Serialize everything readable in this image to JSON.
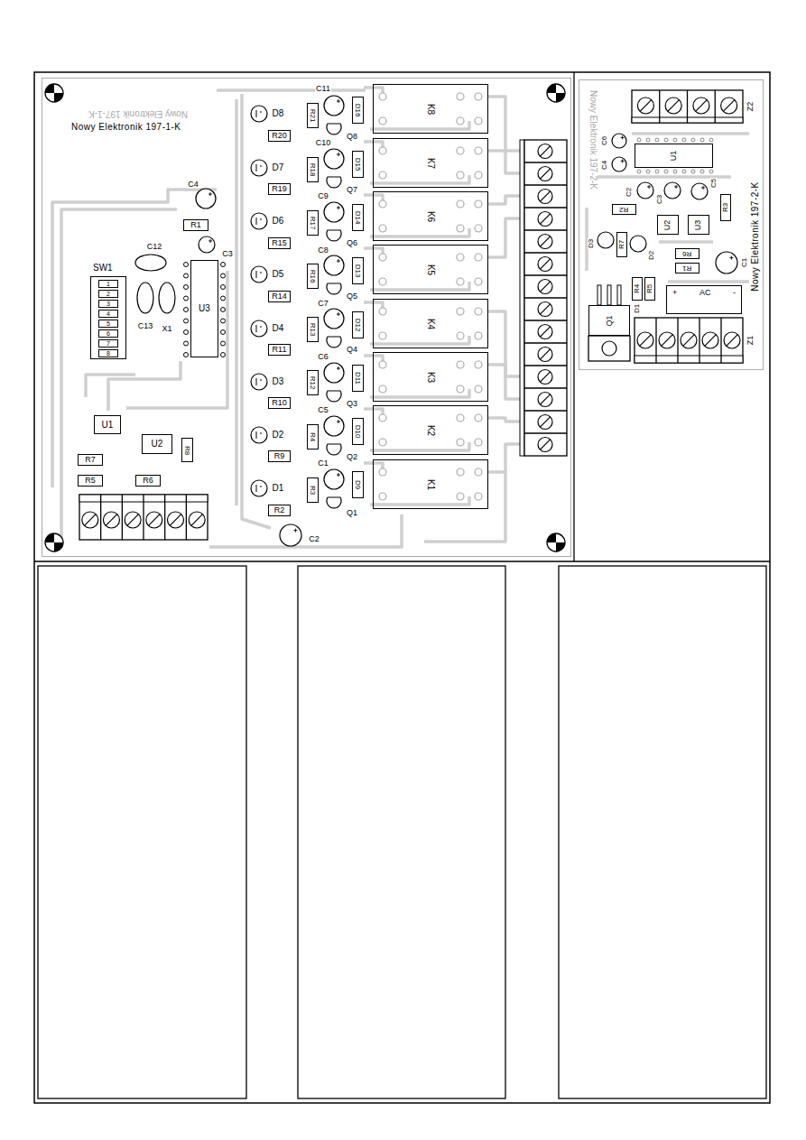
{
  "diagram": {
    "nodes": [
      {
        "text": [
          "Nowy Elektronik 197-1-K"
        ]
      },
      {
        "text": [
          "K8"
        ],
        "in": 0
      },
      {
        "text": [
          "K7"
        ],
        "in": 0
      },
      {
        "text": [
          "K6"
        ],
        "in": 0
      },
      {
        "text": [
          "K5"
        ],
        "in": 0
      },
      {
        "text": [
          "K4"
        ],
        "in": 0
      },
      {
        "text": [
          "K3"
        ],
        "in": 0
      },
      {
        "text": [
          "K2"
        ],
        "in": 0
      },
      {
        "text": [
          "K1"
        ],
        "in": 0
      },
      {
        "text": [
          "D16"
        ],
        "in": 0
      },
      {
        "text": [
          "D15"
        ],
        "in": 0
      },
      {
        "text": [
          "D14"
        ],
        "in": 0
      },
      {
        "text": [
          "D13"
        ],
        "in": 0
      },
      {
        "text": [
          "D12"
        ],
        "in": 0
      },
      {
        "text": [
          "D11"
        ],
        "in": 0
      },
      {
        "text": [
          "D10"
        ],
        "in": 0
      },
      {
        "text": [
          "D9"
        ],
        "in": 0
      },
      {
        "text": [
          "R21"
        ],
        "in": 0
      },
      {
        "text": [
          "R18"
        ],
        "in": 0
      },
      {
        "text": [
          "R17"
        ],
        "in": 0
      },
      {
        "text": [
          "R16"
        ],
        "in": 0
      },
      {
        "text": [
          "R13"
        ],
        "in": 0
      },
      {
        "text": [
          "R12"
        ],
        "in": 0
      },
      {
        "text": [
          "R4"
        ],
        "in": 0
      },
      {
        "text": [
          "R3"
        ],
        "in": 0
      },
      {
        "text": [
          "R20"
        ],
        "in": 0
      },
      {
        "text": [
          "R19"
        ],
        "in": 0
      },
      {
        "text": [
          "R15"
        ],
        "in": 0
      },
      {
        "text": [
          "R14"
        ],
        "in": 0
      },
      {
        "text": [
          "R11"
        ],
        "in": 0
      },
      {
        "text": [
          "R10"
        ],
        "in": 0
      },
      {
        "text": [
          "R9"
        ],
        "in": 0
      },
      {
        "text": [
          "R2"
        ],
        "in": 0
      },
      {
        "text": [
          "R1"
        ],
        "in": 0
      },
      {
        "text": [
          "U3"
        ],
        "in": 0
      },
      {
        "text": [
          "SW1",
          "1",
          "2",
          "3",
          "4",
          "5",
          "6",
          "7",
          "8"
        ],
        "in": 0
      },
      {
        "text": [
          "U1"
        ],
        "in": 0
      },
      {
        "text": [
          "U2"
        ],
        "in": 0
      },
      {
        "text": [
          "R8"
        ],
        "in": 0
      },
      {
        "text": [
          "R7"
        ],
        "in": 0
      },
      {
        "text": [
          "R5"
        ],
        "in": 0
      },
      {
        "text": [
          "R6"
        ],
        "in": 0
      },
      {
        "text": [
          "Nowy Elektronik 197-2-K"
        ]
      },
      {
        "text": [
          "U1"
        ],
        "in": 42
      },
      {
        "text": [
          "R2"
        ],
        "in": 42
      },
      {
        "text": [
          "R3"
        ],
        "in": 42
      },
      {
        "text": [
          "U2"
        ],
        "in": 42
      },
      {
        "text": [
          "U3"
        ],
        "in": 42
      },
      {
        "text": [
          "R7"
        ],
        "in": 42
      },
      {
        "text": [
          "R6"
        ],
        "in": 42
      },
      {
        "text": [
          "R1"
        ],
        "in": 42
      },
      {
        "text": [
          "R4"
        ],
        "in": 42
      },
      {
        "text": [
          "R5"
        ],
        "in": 42
      },
      {
        "text": [
          "+",
          "AC",
          "-"
        ],
        "in": 42
      },
      {
        "text": [
          "Q1"
        ],
        "in": 42
      }
    ],
    "labels": [
      "Nowy Elektronik 197-1-K",
      "D8",
      "D7",
      "D6",
      "D5",
      "D4",
      "D3",
      "D2",
      "D1",
      "C11",
      "C10",
      "C9",
      "C8",
      "C7",
      "C6",
      "C5",
      "C1",
      "Q8",
      "Q7",
      "Q6",
      "Q5",
      "Q4",
      "Q3",
      "Q2",
      "Q1",
      "C4",
      "C3",
      "C12",
      "C13",
      "X1",
      "C2",
      "Nowy Elektronik 197-2-K",
      "Z2",
      "C6",
      "C4",
      "C2",
      "C3",
      "C5",
      "D3",
      "D2",
      "C1",
      "D1",
      "Z1"
    ]
  }
}
